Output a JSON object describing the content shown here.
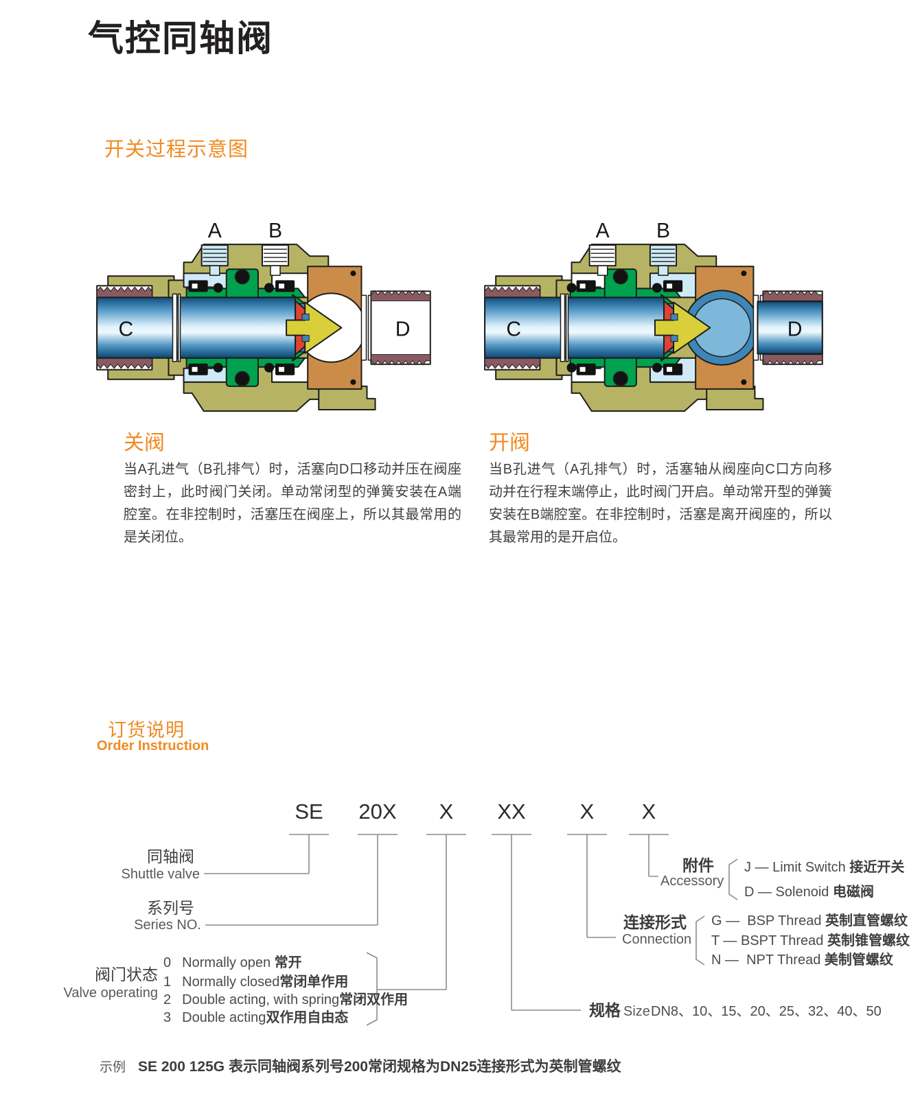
{
  "colors": {
    "accent": "#F18A21",
    "diagram_line": "#8a8c8e",
    "valve_olive": "#b6b464",
    "valve_light_blue": "#cfe9f6",
    "valve_green": "#00a24f",
    "valve_orange": "#cb8c49",
    "valve_thread_maroon": "#8a5a62",
    "valve_yellow": "#d8cf3a",
    "valve_red": "#dc4434",
    "valve_mid_blue": "#3f86b8"
  },
  "header": {
    "title": "气控同轴阀"
  },
  "process": {
    "heading": "开关过程示意图",
    "closed": {
      "ports": {
        "a": "A",
        "b": "B",
        "c": "C",
        "d": "D"
      },
      "caption": "关阀",
      "description": "当A孔进气（B孔排气）时，活塞向D口移动并压在阀座密封上，此时阀门关闭。单动常闭型的弹簧安装在A端腔室。在非控制时，活塞压在阀座上，所以其最常用的是关闭位。"
    },
    "open": {
      "ports": {
        "a": "A",
        "b": "B",
        "c": "C",
        "d": "D"
      },
      "caption": "开阀",
      "description": "当B孔进气（A孔排气）时，活塞轴从阀座向C口方向移动并在行程末端停止，此时阀门开启。单动常开型的弹簧安装在B端腔室。在非控制时，活塞是离开阀座的，所以其最常用的是开启位。"
    }
  },
  "order": {
    "heading_zh": "订货说明",
    "heading_en": "Order Instruction",
    "codes": [
      "SE",
      "20X",
      "X",
      "XX",
      "X",
      "X"
    ],
    "shuttle_valve": {
      "zh": "同轴阀",
      "en": "Shuttle valve"
    },
    "series_no": {
      "zh": "系列号",
      "en": "Series NO."
    },
    "valve_operating": {
      "zh": "阀门状态",
      "en": "Valve operating",
      "options": [
        {
          "code": "0",
          "en": "Normally open ",
          "zh": "常开"
        },
        {
          "code": "1",
          "en": "Normally closed",
          "zh": "常闭单作用"
        },
        {
          "code": "2",
          "en": "Double acting, with spring",
          "zh": "常闭双作用"
        },
        {
          "code": "3",
          "en": "Double acting",
          "zh": "双作用自由态"
        }
      ]
    },
    "size": {
      "zh": "规格",
      "en": "Size",
      "values": "DN8、10、15、20、25、32、40、50"
    },
    "connection": {
      "zh": "连接形式",
      "en": "Connection",
      "options": [
        {
          "en": "G —  BSP Thread ",
          "zh": "英制直管螺纹"
        },
        {
          "en": "T — BSPT Thread ",
          "zh": "英制锥管螺纹"
        },
        {
          "en": "N —  NPT Thread ",
          "zh": "美制管螺纹"
        }
      ]
    },
    "accessory": {
      "zh": "附件",
      "en": "Accessory",
      "options": [
        {
          "en": "J — Limit Switch ",
          "zh": "接近开关"
        },
        {
          "en": "D — Solenoid ",
          "zh": "电磁阀"
        }
      ]
    },
    "example": {
      "label": "示例",
      "text": "SE 200 125G 表示同轴阀系列号200常闭规格为DN25连接形式为英制管螺纹"
    }
  }
}
